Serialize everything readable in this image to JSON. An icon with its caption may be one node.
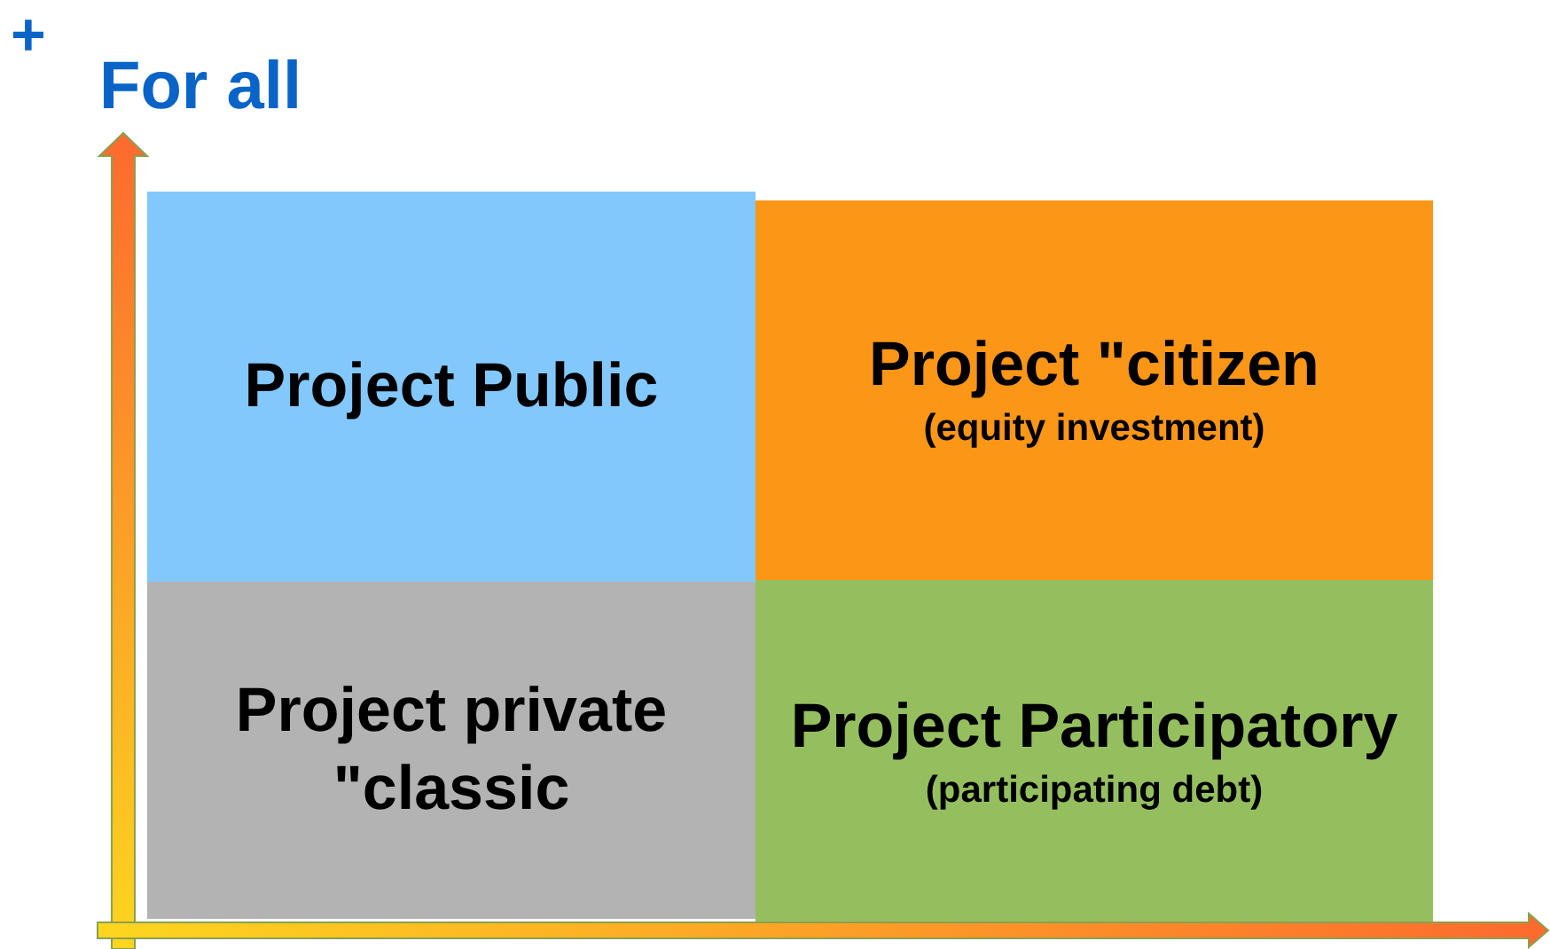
{
  "diagram": {
    "nodes": [
      {
        "text": [
          "Project Public"
        ]
      },
      {
        "text": [
          "Project \"citizen",
          "(equity investment)"
        ]
      },
      {
        "text": [
          "Project private \"classic"
        ]
      },
      {
        "text": [
          "Project Participatory",
          "(participating debt)"
        ]
      }
    ],
    "labels": [
      "+",
      "For all"
    ]
  }
}
